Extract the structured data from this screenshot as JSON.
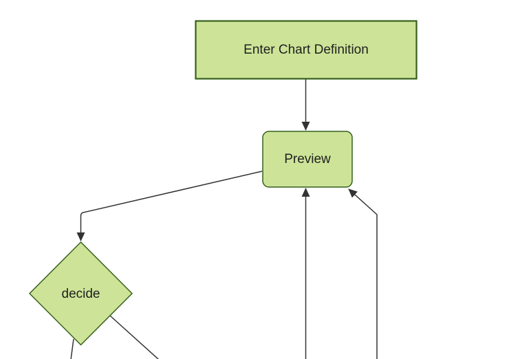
{
  "diagram": {
    "type": "flowchart",
    "direction": "top-down",
    "background_color": "#ffffff",
    "node_fill_color": "#cde498",
    "node_border_color": "#35601a",
    "edge_color": "#333333",
    "label_color": "#1f1f1f",
    "nodes": [
      {
        "id": "enter-chart-definition",
        "label": "Enter Chart Definition",
        "shape": "rectangle"
      },
      {
        "id": "preview",
        "label": "Preview",
        "shape": "rounded-rectangle"
      },
      {
        "id": "decide",
        "label": "decide",
        "shape": "diamond"
      }
    ],
    "edges": [
      {
        "from": "enter-chart-definition",
        "to": "preview",
        "arrowhead": true
      },
      {
        "from": "preview",
        "to": "decide",
        "arrowhead": true
      },
      {
        "from": "offscreen-bottom",
        "to": "preview",
        "arrowhead": true
      },
      {
        "from": "offscreen-bottom-right",
        "to": "preview",
        "arrowhead": true
      },
      {
        "from": "decide",
        "to": "offscreen-bottom-left",
        "arrowhead": false
      },
      {
        "from": "decide",
        "to": "offscreen-bottom-right",
        "arrowhead": false
      }
    ]
  }
}
